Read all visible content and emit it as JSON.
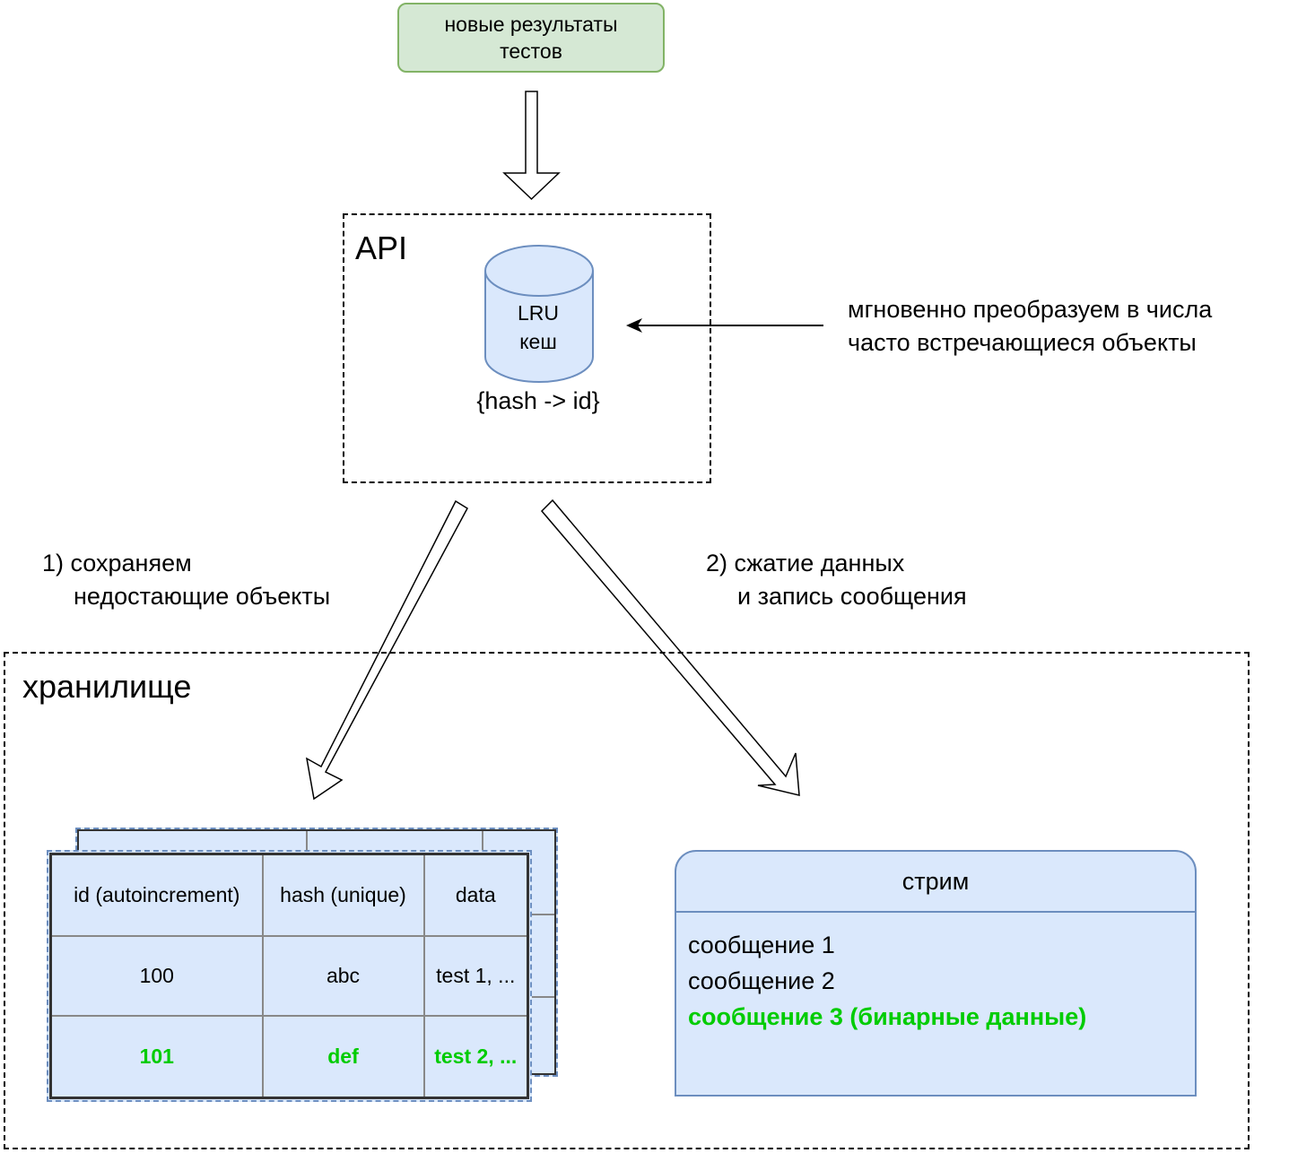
{
  "source": {
    "line1": "новые результаты",
    "line2": "тестов"
  },
  "api": {
    "title": "API",
    "cache": {
      "line1": "LRU",
      "line2": "кеш",
      "caption": "{hash -> id}"
    }
  },
  "note_right": {
    "line1": "мгновенно преобразуем в числа",
    "line2": "часто встречающиеся объекты"
  },
  "step1": {
    "line1": "1) сохраняем",
    "line2": "недостающие объекты"
  },
  "step2": {
    "line1": "2) сжатие данных",
    "line2": "и запись сообщения"
  },
  "storage": {
    "title": "хранилище",
    "table": {
      "headers": [
        "id (autoincrement)",
        "hash (unique)",
        "data"
      ],
      "rows": [
        {
          "id": "100",
          "hash": "abc",
          "data": "test 1, ...",
          "highlight": false
        },
        {
          "id": "101",
          "hash": "def",
          "data": "test 2, ...",
          "highlight": true
        }
      ]
    },
    "stream": {
      "title": "стрим",
      "messages": [
        {
          "text": "сообщение 1",
          "highlight": false
        },
        {
          "text": "сообщение 2",
          "highlight": false
        },
        {
          "text": "сообщение 3 (бинарные данные)",
          "highlight": true
        }
      ]
    }
  },
  "colors": {
    "source_fill": "#d5e8d4",
    "source_stroke": "#82b366",
    "blue_fill": "#dae8fc",
    "blue_stroke": "#6c8ebf",
    "highlight": "#00cc00"
  }
}
